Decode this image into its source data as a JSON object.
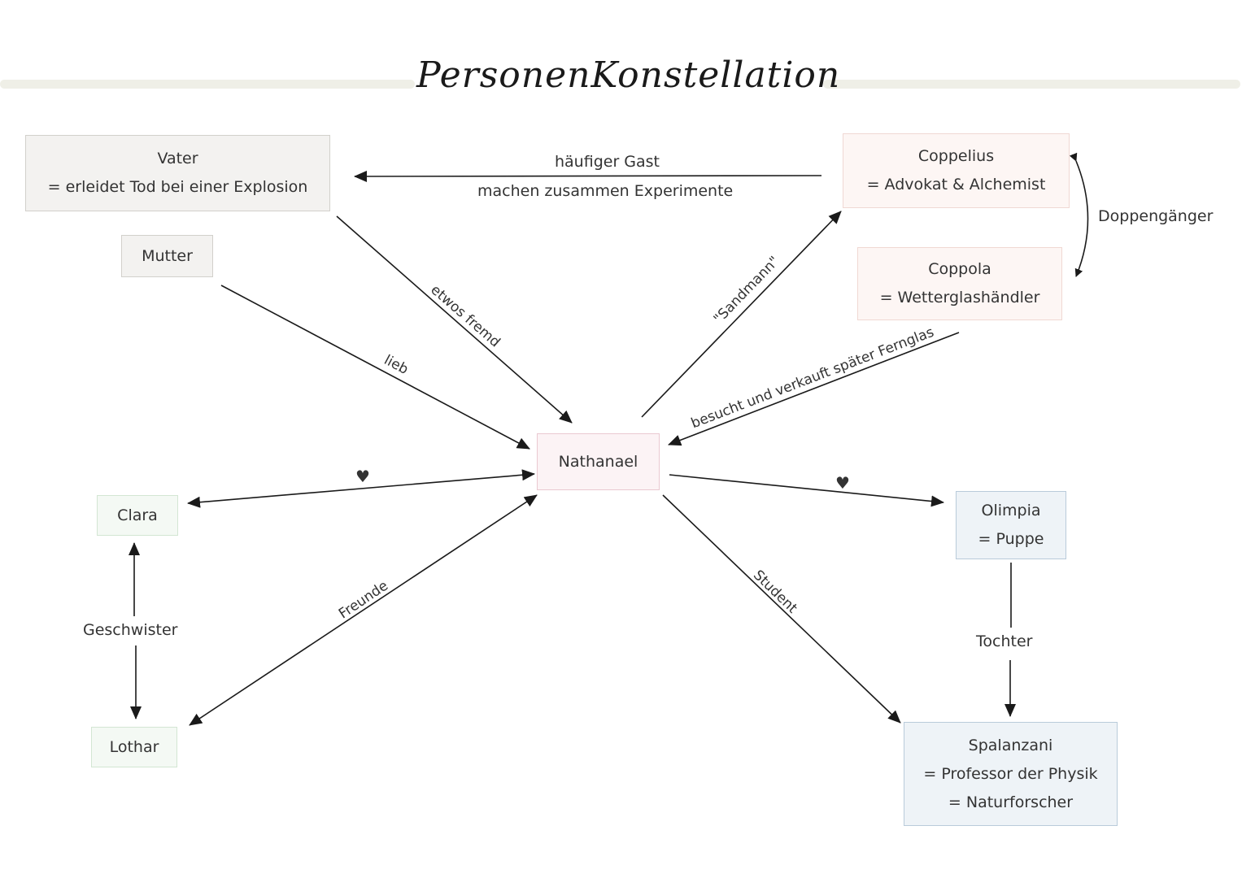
{
  "title": "PersonenKonstellation",
  "nodes": {
    "vater": {
      "name": "Vater",
      "desc": "= erleidet Tod bei einer Explosion"
    },
    "mutter": {
      "name": "Mutter"
    },
    "coppelius": {
      "name": "Coppelius",
      "desc": "= Advokat & Alchemist"
    },
    "coppola": {
      "name": "Coppola",
      "desc": "= Wetterglashändler"
    },
    "nathanael": {
      "name": "Nathanael"
    },
    "clara": {
      "name": "Clara"
    },
    "lothar": {
      "name": "Lothar"
    },
    "olimpia": {
      "name": "Olimpia",
      "desc": "= Puppe"
    },
    "spalanzani": {
      "name": "Spalanzani",
      "desc1": "= Professor der Physik",
      "desc2": "= Naturforscher"
    }
  },
  "edges": {
    "coppelius_vater": {
      "label1": "häufiger Gast",
      "label2": "machen zusammen Experimente"
    },
    "coppelius_coppola": {
      "label": "Doppengänger"
    },
    "vater_nathanael": {
      "label": "etwos fremd"
    },
    "mutter_nathanael": {
      "label": "lieb"
    },
    "nathanael_coppelius": {
      "label": "\"Sandmann\""
    },
    "coppola_nathanael": {
      "label": "besucht und verkauft später Fernglas"
    },
    "nathanael_clara": {
      "label": "♥"
    },
    "nathanael_olimpia": {
      "label": "♥"
    },
    "clara_lothar": {
      "label": "Geschwister"
    },
    "nathanael_lothar": {
      "label": "Freunde"
    },
    "nathanael_spalanzani": {
      "label": "Student"
    },
    "olimpia_spalanzani": {
      "label": "Tochter"
    }
  },
  "colors": {
    "line": "#1a1a1a",
    "grey_box": "#f3f2f0",
    "peach_box": "#fdf6f4",
    "pink_box": "#fcf3f5",
    "green_box": "#f4f9f4",
    "blue_box": "#eef3f7"
  }
}
